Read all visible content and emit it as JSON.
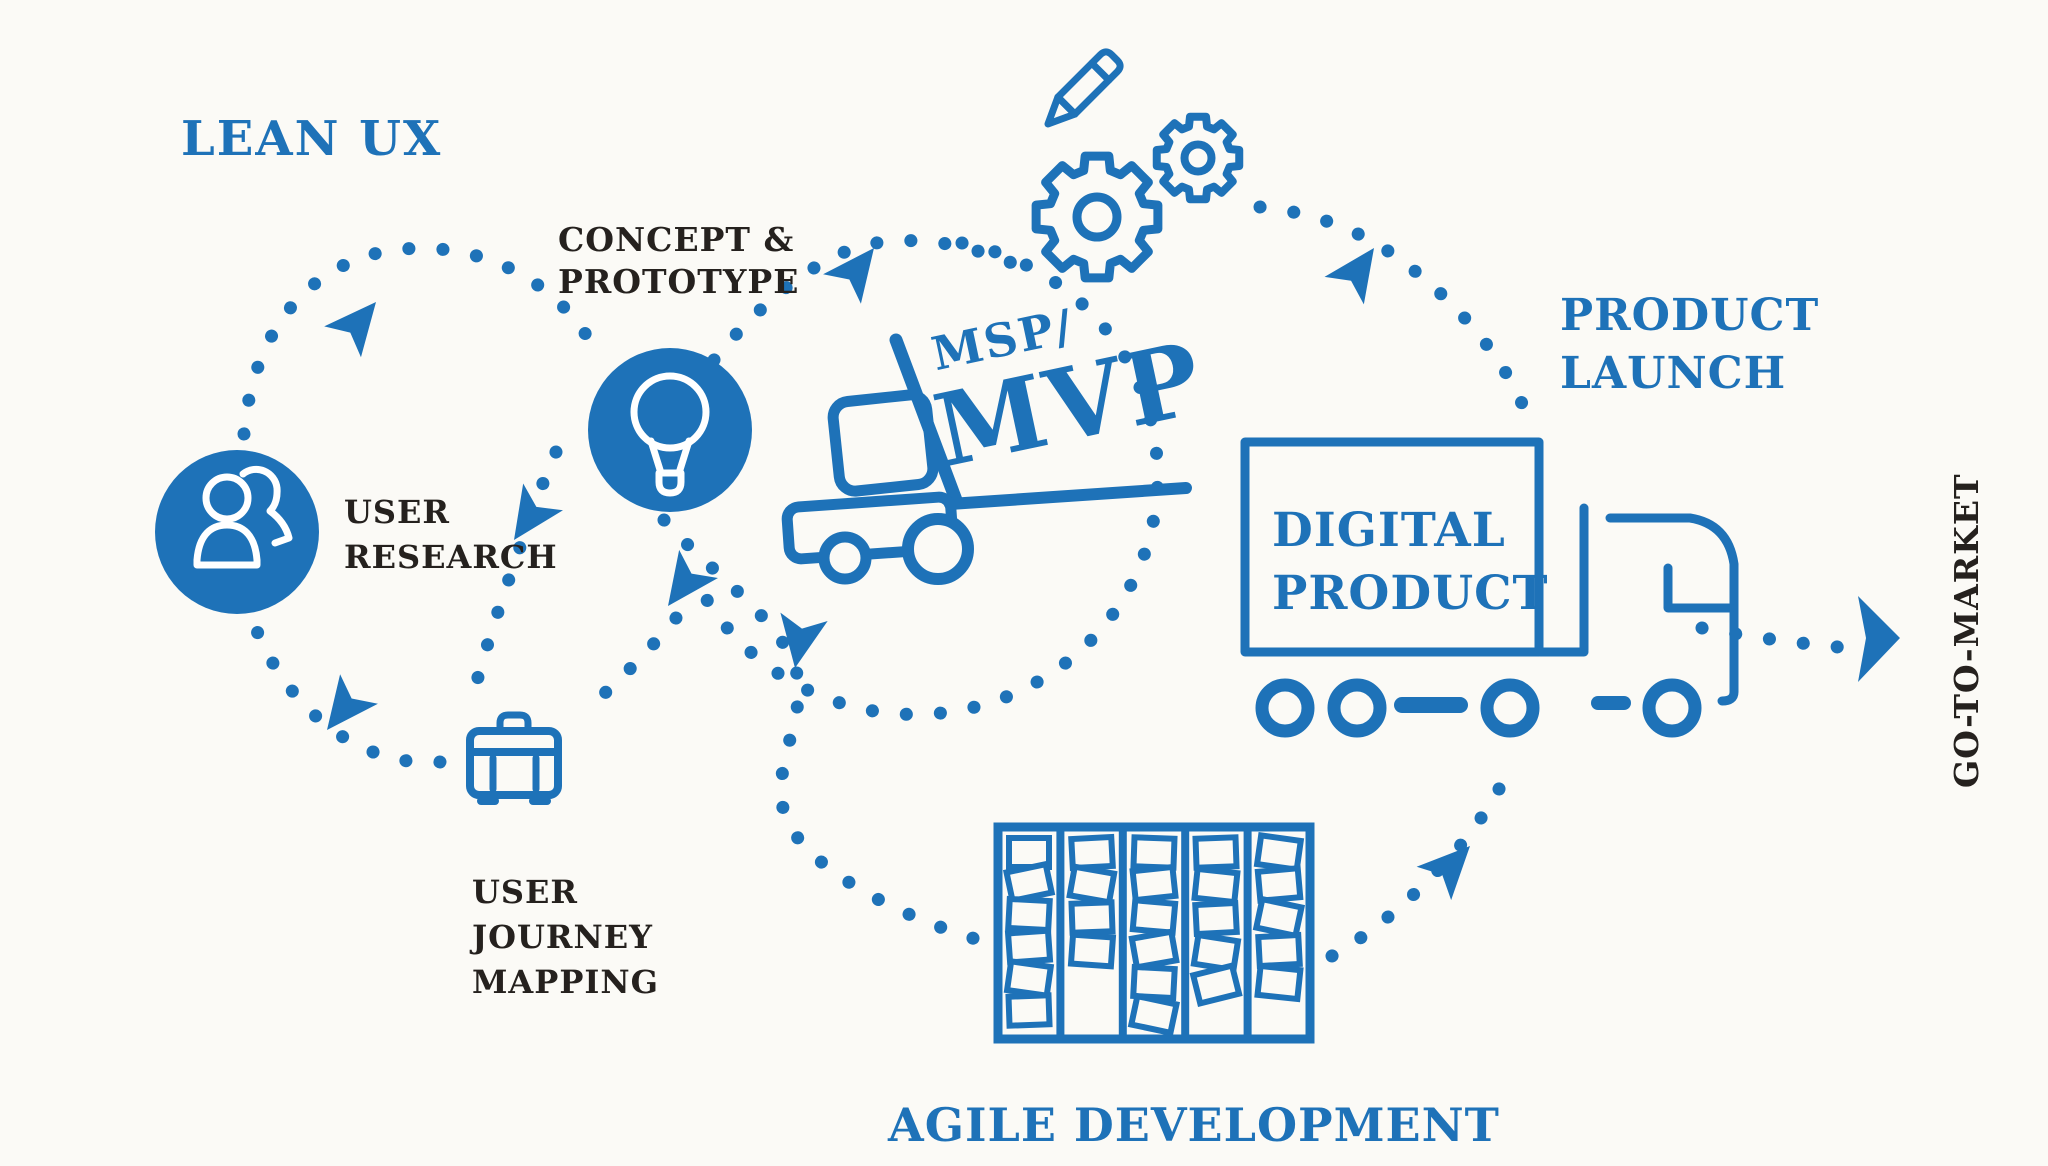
{
  "title": "LEAN UX",
  "colors": {
    "primary_blue": "#1e72b8",
    "text_dark": "#25211e",
    "background": "#fbfaf6"
  },
  "stages": {
    "user_research": {
      "line1": "USER",
      "line2": "RESEARCH"
    },
    "concept_prototype": {
      "line1": "CONCEPT &",
      "line2": "PROTOTYPE"
    },
    "user_journey_mapping": {
      "line1": "USER",
      "line2": "JOURNEY",
      "line3": "MAPPING"
    },
    "mvp": {
      "small": "MSP/",
      "big": "MVP"
    },
    "agile_development": {
      "label": "AGILE DEVELOPMENT"
    },
    "product_launch": {
      "line1": "PRODUCT",
      "line2": "LAUNCH"
    },
    "digital_product": {
      "line1": "DIGITAL",
      "line2": "PRODUCT"
    },
    "go_to_market": {
      "label": "GO-TO-MARKET"
    }
  },
  "icons": {
    "user_research": "people-icon",
    "concept_prototype": "lightbulb-icon",
    "user_journey_mapping": "briefcase-icon",
    "ideation": "pencil-icon",
    "development": "gears-icon",
    "mvp_delivery": "forklift-icon",
    "agile": "kanban-board-icon",
    "launch": "truck-icon",
    "flow": "arrow-icon"
  }
}
